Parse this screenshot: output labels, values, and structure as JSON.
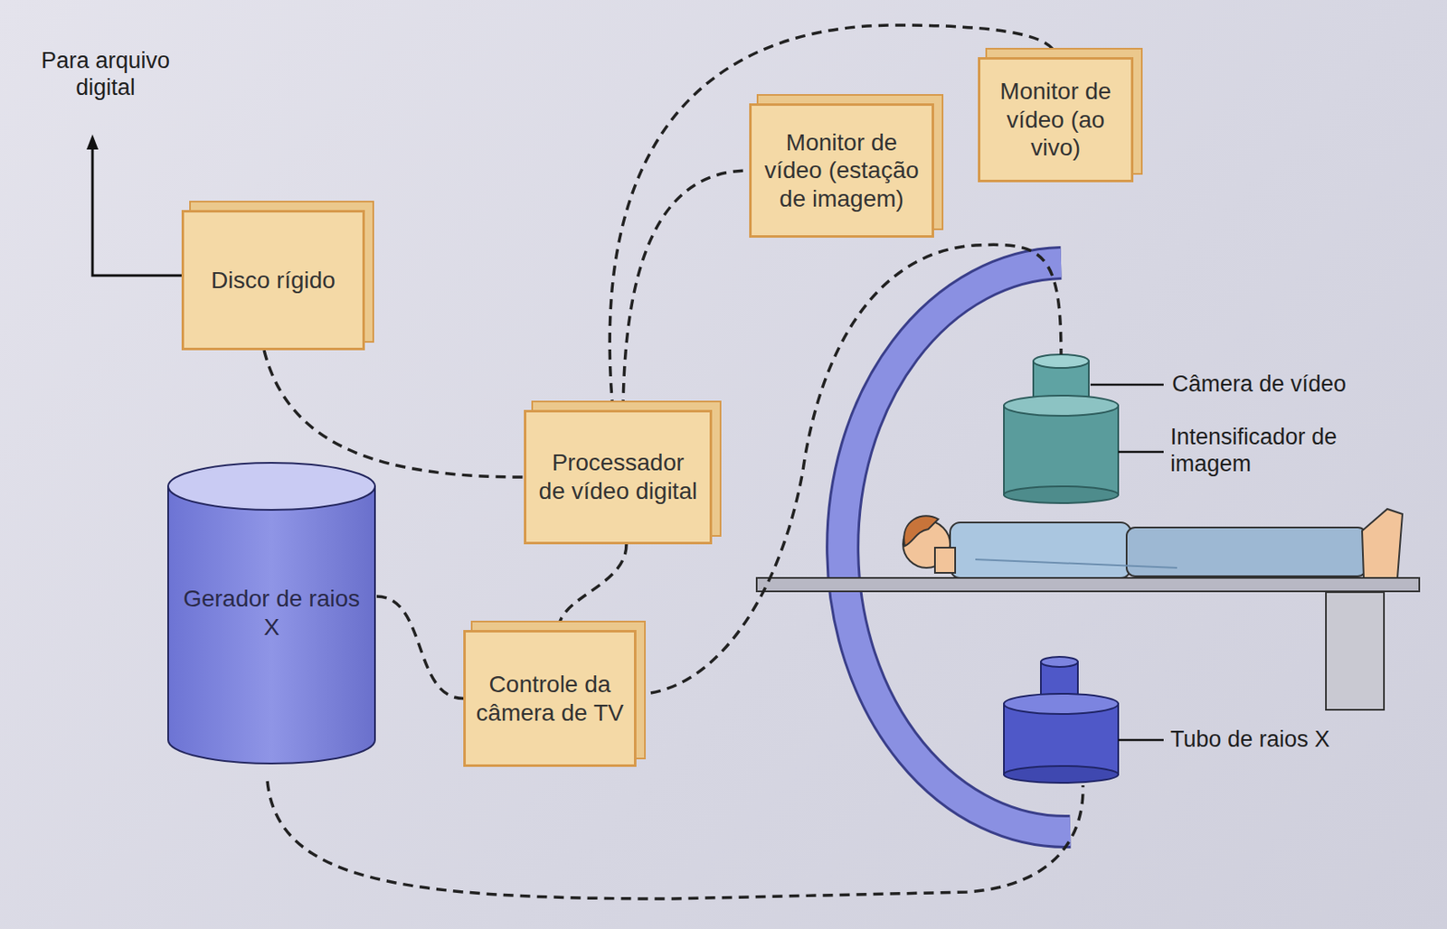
{
  "diagram": {
    "nodes": [
      {
        "text": [
          "Disco rígido"
        ]
      },
      {
        "text": [
          "Monitor de vídeo (estação de imagem)"
        ]
      },
      {
        "text": [
          "Monitor de vídeo (ao vivo)"
        ]
      },
      {
        "text": [
          "Processador de vídeo digital"
        ]
      },
      {
        "text": [
          "Gerador de raios X"
        ]
      },
      {
        "text": [
          "Controle da câmera de TV"
        ]
      }
    ],
    "edges": [
      {
        "from": 0,
        "to": 3,
        "arrow": "none"
      },
      {
        "from": 3,
        "to": 1,
        "arrow": "none"
      },
      {
        "from": 3,
        "to": 2,
        "arrow": "none"
      },
      {
        "from": 3,
        "to": 5,
        "arrow": "none"
      },
      {
        "from": 4,
        "to": 5,
        "arrow": "none"
      }
    ],
    "labels": [
      "Para arquivo digital",
      "Câmera de vídeo",
      "Intensificador de imagem",
      "Tubo de raios X"
    ]
  }
}
